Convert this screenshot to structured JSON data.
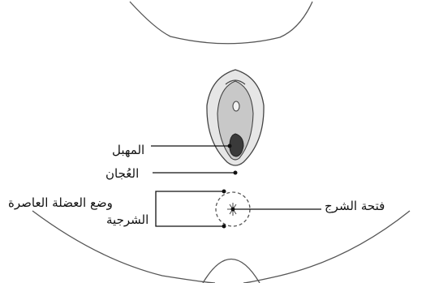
{
  "labels": {
    "vagina": "المهبل",
    "perineum": "العُجان",
    "anal_opening": "فتحة الشرج",
    "sphincter_line1": "وضع العضلة العاصرة",
    "sphincter_line2": "الشرجية"
  },
  "colors": {
    "outline": "#444444",
    "fill_light": "#e2e2e2",
    "fill_mid": "#b5b5b5",
    "opening": "#3a3a3a",
    "leader": "#111111",
    "dashed_circle": "#555555"
  }
}
